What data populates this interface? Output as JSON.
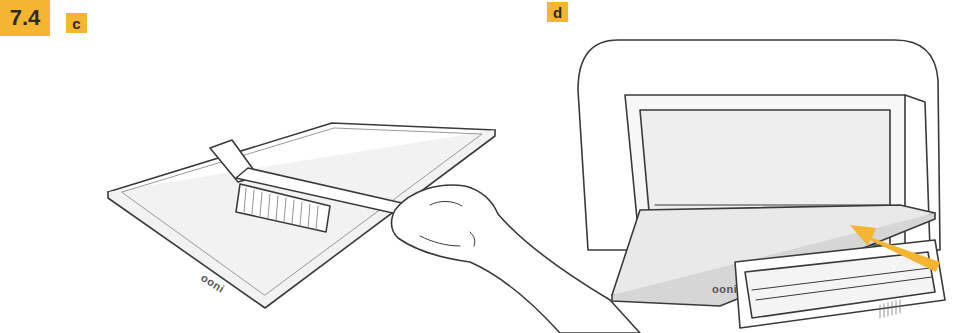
{
  "diagram": {
    "nodes": [
      {
        "text": [
          "7.4"
        ]
      },
      {
        "text": [
          "c"
        ]
      },
      {
        "text": [
          "d"
        ]
      }
    ],
    "labels": [
      "ooni",
      "ooni"
    ]
  }
}
